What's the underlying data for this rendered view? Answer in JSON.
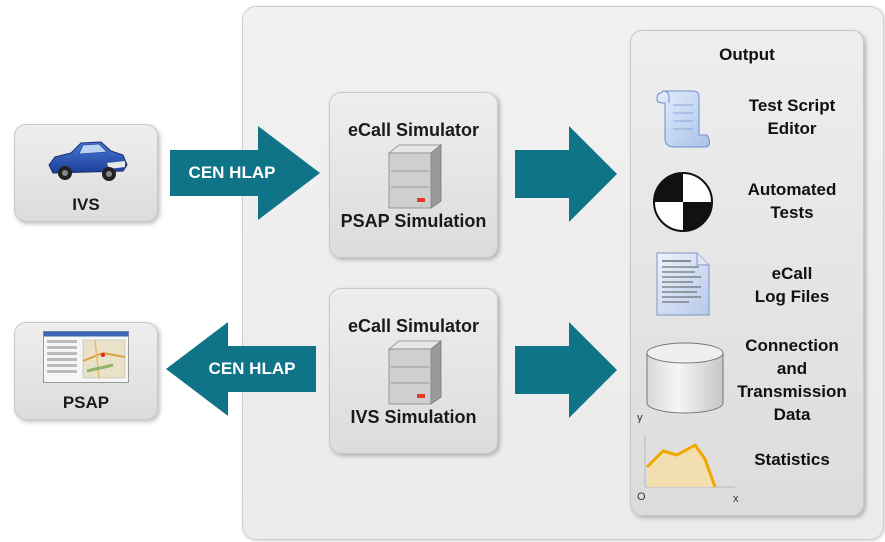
{
  "nodes": {
    "ivs": {
      "label": "IVS"
    },
    "psap": {
      "label": "PSAP"
    },
    "sim_top": {
      "title": "eCall Simulator",
      "subtitle": "PSAP Simulation"
    },
    "sim_bottom": {
      "title": "eCall Simulator",
      "subtitle": "IVS Simulation"
    }
  },
  "arrows": {
    "top": {
      "label": "CEN HLAP"
    },
    "bottom": {
      "label": "CEN HLAP"
    }
  },
  "output": {
    "title": "Output",
    "items": [
      {
        "label": "Test Script Editor",
        "line1": "Test Script",
        "line2": "Editor",
        "icon": "scroll-icon"
      },
      {
        "label": "Automated Tests",
        "line1": "Automated",
        "line2": "Tests",
        "icon": "checker-disc-icon"
      },
      {
        "label": "eCall Log Files",
        "line1": "eCall",
        "line2": "Log Files",
        "icon": "document-icon"
      },
      {
        "label": "Connection and Transmission Data",
        "line1": "Connection",
        "line2": "and",
        "line3": "Transmission",
        "line4": "Data",
        "icon": "cylinder-icon"
      },
      {
        "label": "Statistics",
        "line1": "Statistics",
        "icon": "chart-icon"
      }
    ],
    "chart_axis": {
      "y": "y",
      "x": "x",
      "origin": "O"
    }
  },
  "colors": {
    "arrow": "#0f7488",
    "panel": "#eeeeee",
    "chart_line": "#f0a800",
    "chart_fill": "#f3deb0"
  }
}
